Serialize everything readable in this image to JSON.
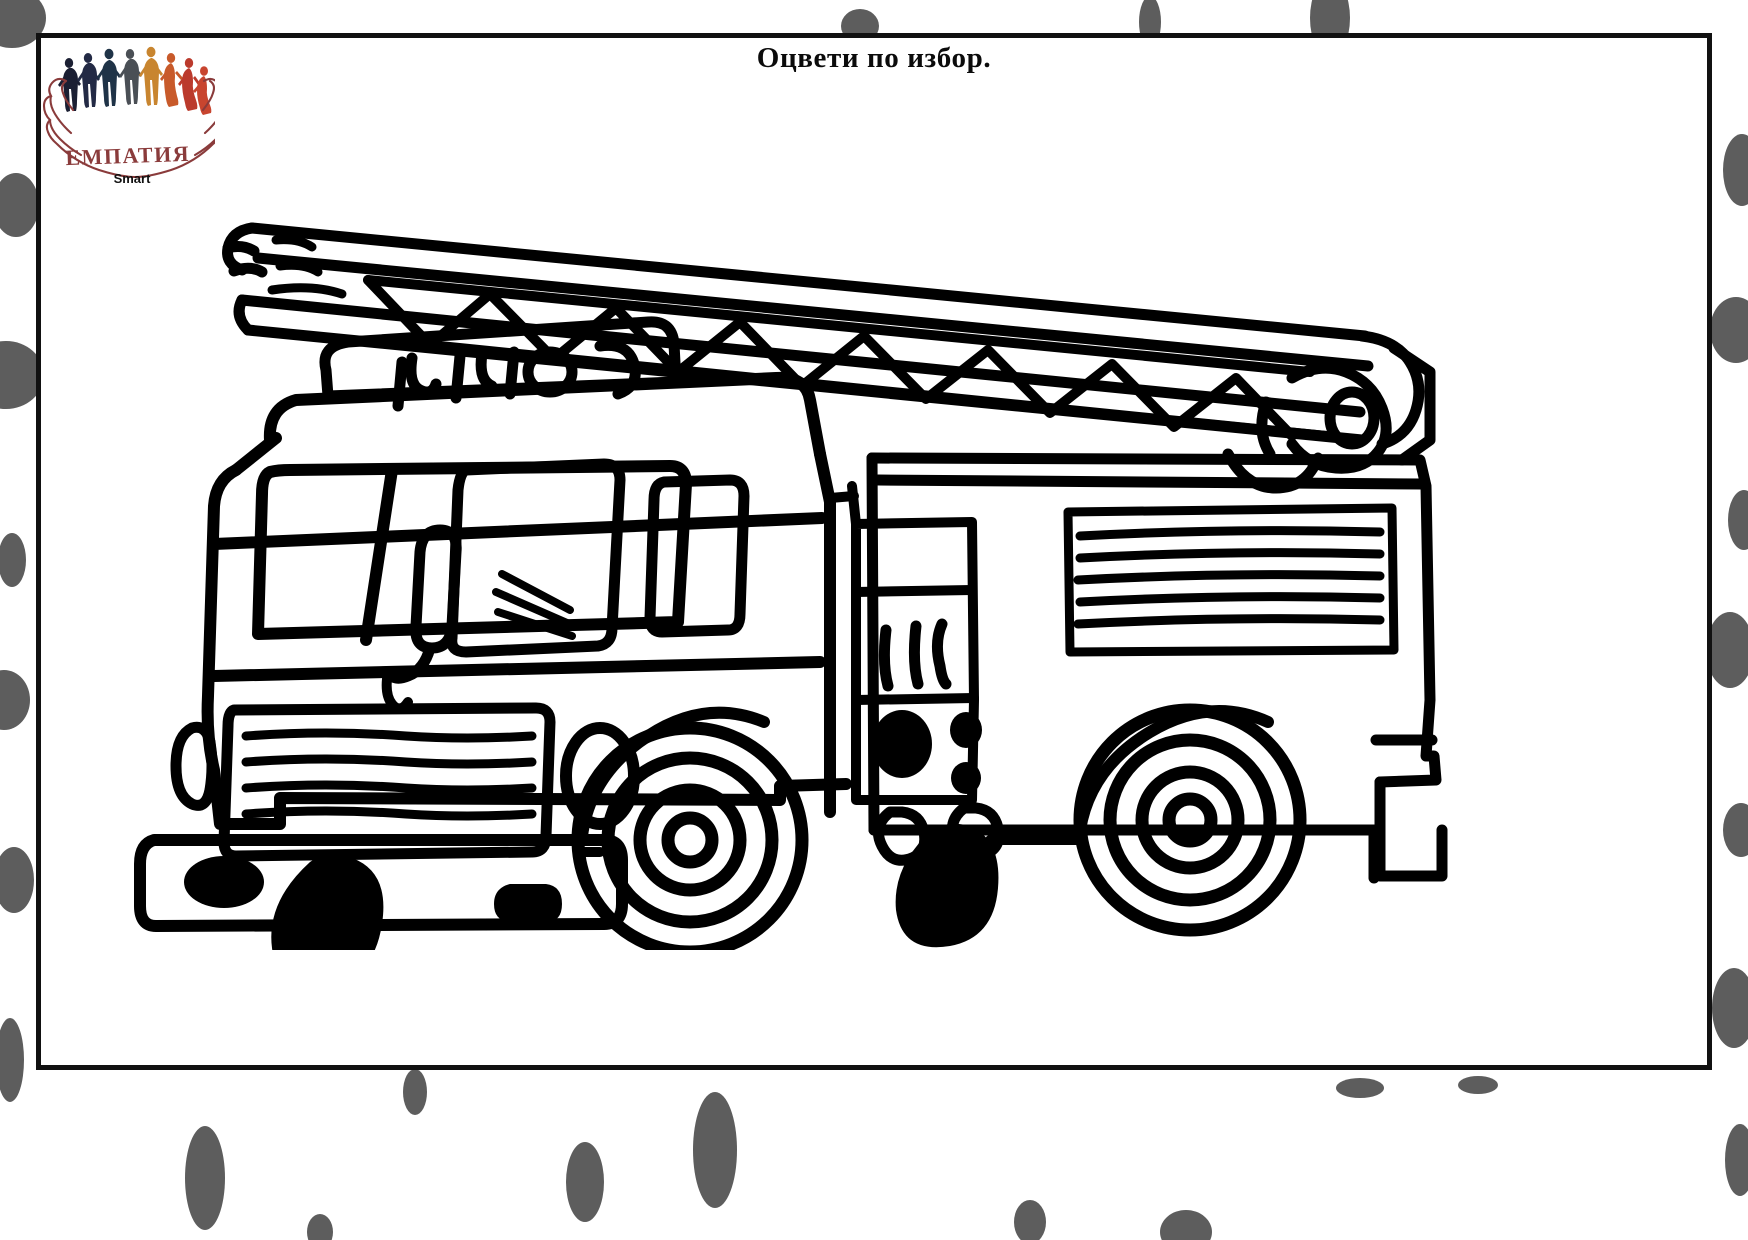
{
  "page": {
    "title": "Оцвети по избор.",
    "background_color": "#ffffff",
    "frame_border_color": "#111111",
    "dot_color": "#5d5d5d",
    "ink_color": "#000000"
  },
  "logo": {
    "name": "ЕМПАТИЯ Smart",
    "wordmark": "ЕМПАТИЯ",
    "subtitle": "Smart",
    "outline_color": "#8a3b3b",
    "figure_colors": [
      "#1b1f33",
      "#232a45",
      "#1f3347",
      "#4a4f55",
      "#c8852f",
      "#c85a2a",
      "#bb3a2c",
      "#c8452f"
    ]
  },
  "illustration": {
    "subject": "fire-truck",
    "style": "coloring-book-line-art",
    "stroke_color": "#000000",
    "fill_color": "#ffffff",
    "parts": [
      "aerial-ladder",
      "ladder-turntable",
      "cab",
      "windshield",
      "side-window",
      "side-mirror",
      "roof-light-bar",
      "front-grille",
      "headlight",
      "front-bumper",
      "rear-body",
      "louver-panel",
      "control-panel",
      "front-wheel",
      "rear-wheel"
    ]
  }
}
